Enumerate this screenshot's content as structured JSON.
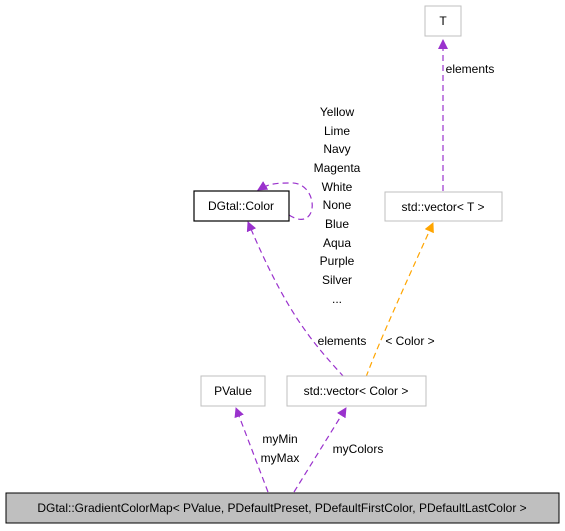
{
  "nodes": {
    "t": "T",
    "vector_t": "std::vector< T >",
    "color": "DGtal::Color",
    "pvalue": "PValue",
    "vector_color": "std::vector< Color >",
    "gradient": "DGtal::GradientColorMap< PValue, PDefaultPreset, PDefaultFirstColor, PDefaultLastColor >"
  },
  "edge_labels": {
    "elements_t": "elements",
    "color_constants": [
      "Yellow",
      "Lime",
      "Navy",
      "Magenta",
      "White",
      "None",
      "Blue",
      "Aqua",
      "Purple",
      "Silver",
      "..."
    ],
    "elements_color": "elements",
    "template_color": "< Color >",
    "my_min": "myMin",
    "my_max": "myMax",
    "my_colors": "myColors"
  },
  "colors": {
    "member_edge": "#9a32cd",
    "template_edge": "#ffa500",
    "node_border": "#bfbfbf",
    "highlight_fill": "#bfbfbf"
  }
}
